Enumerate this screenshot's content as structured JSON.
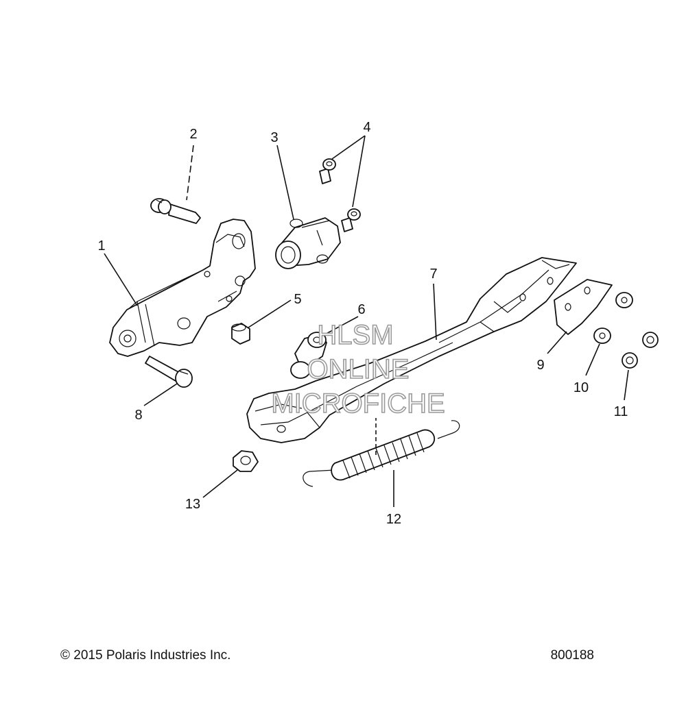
{
  "watermark": {
    "line1": "HLSM",
    "line2": "ONLINE",
    "line3": "MICROFICHE"
  },
  "callouts": [
    {
      "id": "1",
      "label": "1"
    },
    {
      "id": "2",
      "label": "2"
    },
    {
      "id": "3",
      "label": "3"
    },
    {
      "id": "4",
      "label": "4"
    },
    {
      "id": "5",
      "label": "5"
    },
    {
      "id": "6",
      "label": "6"
    },
    {
      "id": "7",
      "label": "7"
    },
    {
      "id": "8",
      "label": "8"
    },
    {
      "id": "9",
      "label": "9"
    },
    {
      "id": "10",
      "label": "10"
    },
    {
      "id": "11",
      "label": "11"
    },
    {
      "id": "12",
      "label": "12"
    },
    {
      "id": "13",
      "label": "13"
    }
  ],
  "footer": {
    "copyright": "© 2015 Polaris Industries Inc.",
    "diagram_number": "800188"
  }
}
